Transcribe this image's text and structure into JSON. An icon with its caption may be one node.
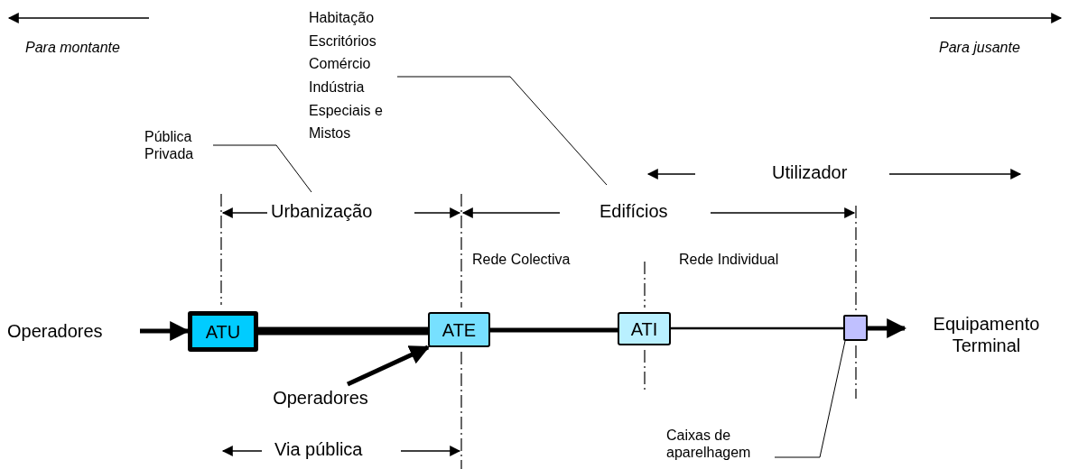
{
  "diagram": {
    "nodes": [
      {
        "text": [
          "Operadores"
        ]
      },
      {
        "text": [
          "ATU"
        ]
      },
      {
        "text": [
          "ATE"
        ]
      },
      {
        "text": [
          "ATI"
        ]
      },
      {
        "text": [],
        "shape": "box"
      },
      {
        "text": [
          "Equipamento Terminal"
        ]
      },
      {
        "text": [
          "Operadores"
        ]
      },
      {
        "text": [
          "Pública Privada"
        ]
      },
      {
        "text": [
          "Habitação Escritórios Comércio Indústria Especiais e Mistos"
        ]
      },
      {
        "text": [
          "Caixas de aparelhagem"
        ]
      }
    ],
    "edges": [
      {
        "from": 0,
        "to": 1,
        "arrow": "to"
      },
      {
        "from": 1,
        "to": 2,
        "arrow": "none",
        "style": "thick"
      },
      {
        "from": 2,
        "to": 3,
        "arrow": "none"
      },
      {
        "from": 3,
        "to": 4,
        "arrow": "none"
      },
      {
        "from": 4,
        "to": 5,
        "arrow": "to"
      },
      {
        "from": 6,
        "to": 2,
        "arrow": "to"
      },
      {
        "from": 7,
        "to": null,
        "arrow": "none"
      },
      {
        "from": 8,
        "to": null,
        "arrow": "none"
      },
      {
        "from": 9,
        "to": 4,
        "arrow": "none"
      }
    ],
    "labels": [
      "Para montante",
      "Para jusante",
      "Utilizador",
      "Urbanização",
      "Edifícios",
      "Rede Colectiva",
      "Rede Individual",
      "Via pública"
    ]
  }
}
